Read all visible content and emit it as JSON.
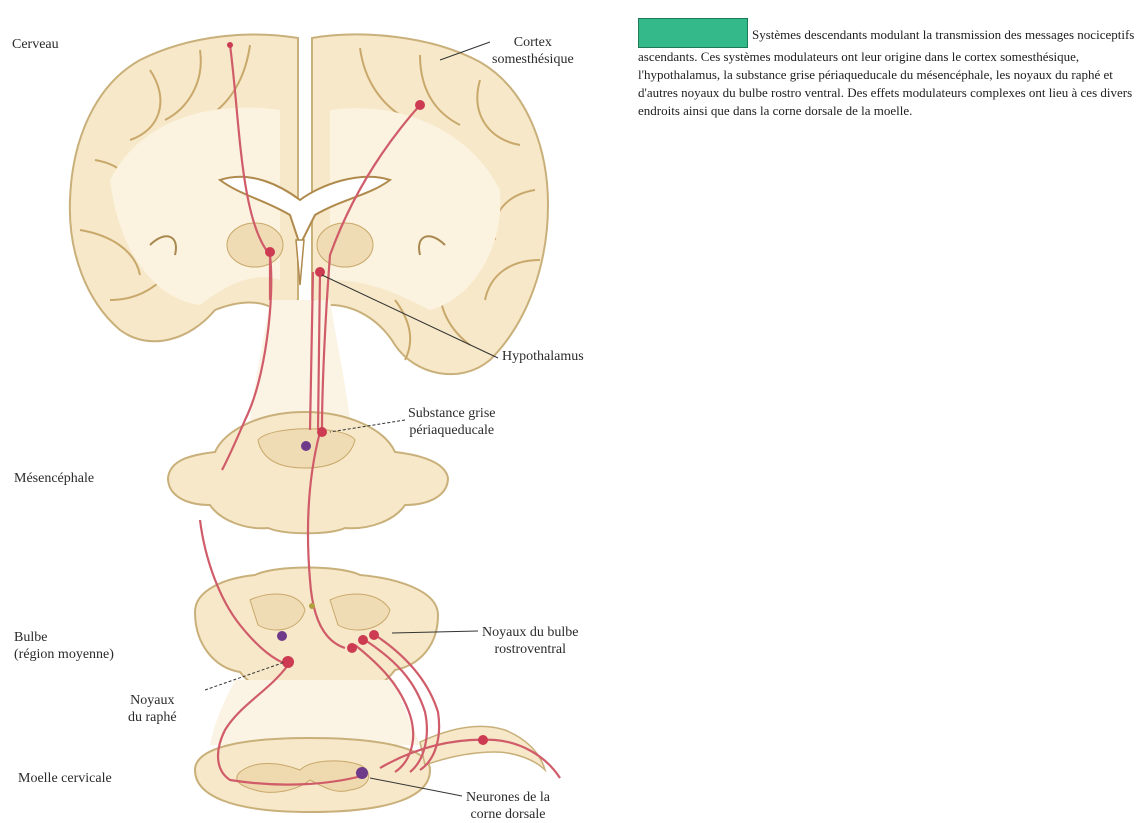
{
  "figure": {
    "labels": {
      "cerveau": "Cerveau",
      "cortex": "Cortex\nsomesthésique",
      "hypothalamus": "Hypothalamus",
      "substance_grise": "Substance grise\npériaqueducale",
      "mesencephale": "Mésencéphale",
      "bulbe": "Bulbe\n(région moyenne)",
      "noyaux_bulbe": "Noyaux du bulbe\nrostroventral",
      "noyaux_raphe": "Noyaux\ndu raphé",
      "moelle": "Moelle cervicale",
      "neurones": "Neurones de la\ncorne dorsale"
    },
    "colors": {
      "tissue": "#f6e8c8",
      "tissue_outline": "#c9b07a",
      "white_matter": "#fbf3df",
      "ventricle": "#ffffff",
      "pathway": "#d05c6a",
      "neuron_dot": "#cc3b52",
      "neuron_purple": "#6e3a8a",
      "badge": "#33b98a"
    }
  },
  "caption": {
    "text": "Systèmes descendants modulant la transmission des messages nociceptifs ascendants. Ces systèmes modulateurs ont leur origine dans le cortex somesthésique, l'hypothalamus, la substance grise périaqueducale du mésencéphale, les noyaux du raphé et d'autres noyaux du bulbe rostro ventral. Des effets modulateurs complexes ont lieu à ces divers endroits ainsi que dans la corne dorsale de la moelle."
  }
}
